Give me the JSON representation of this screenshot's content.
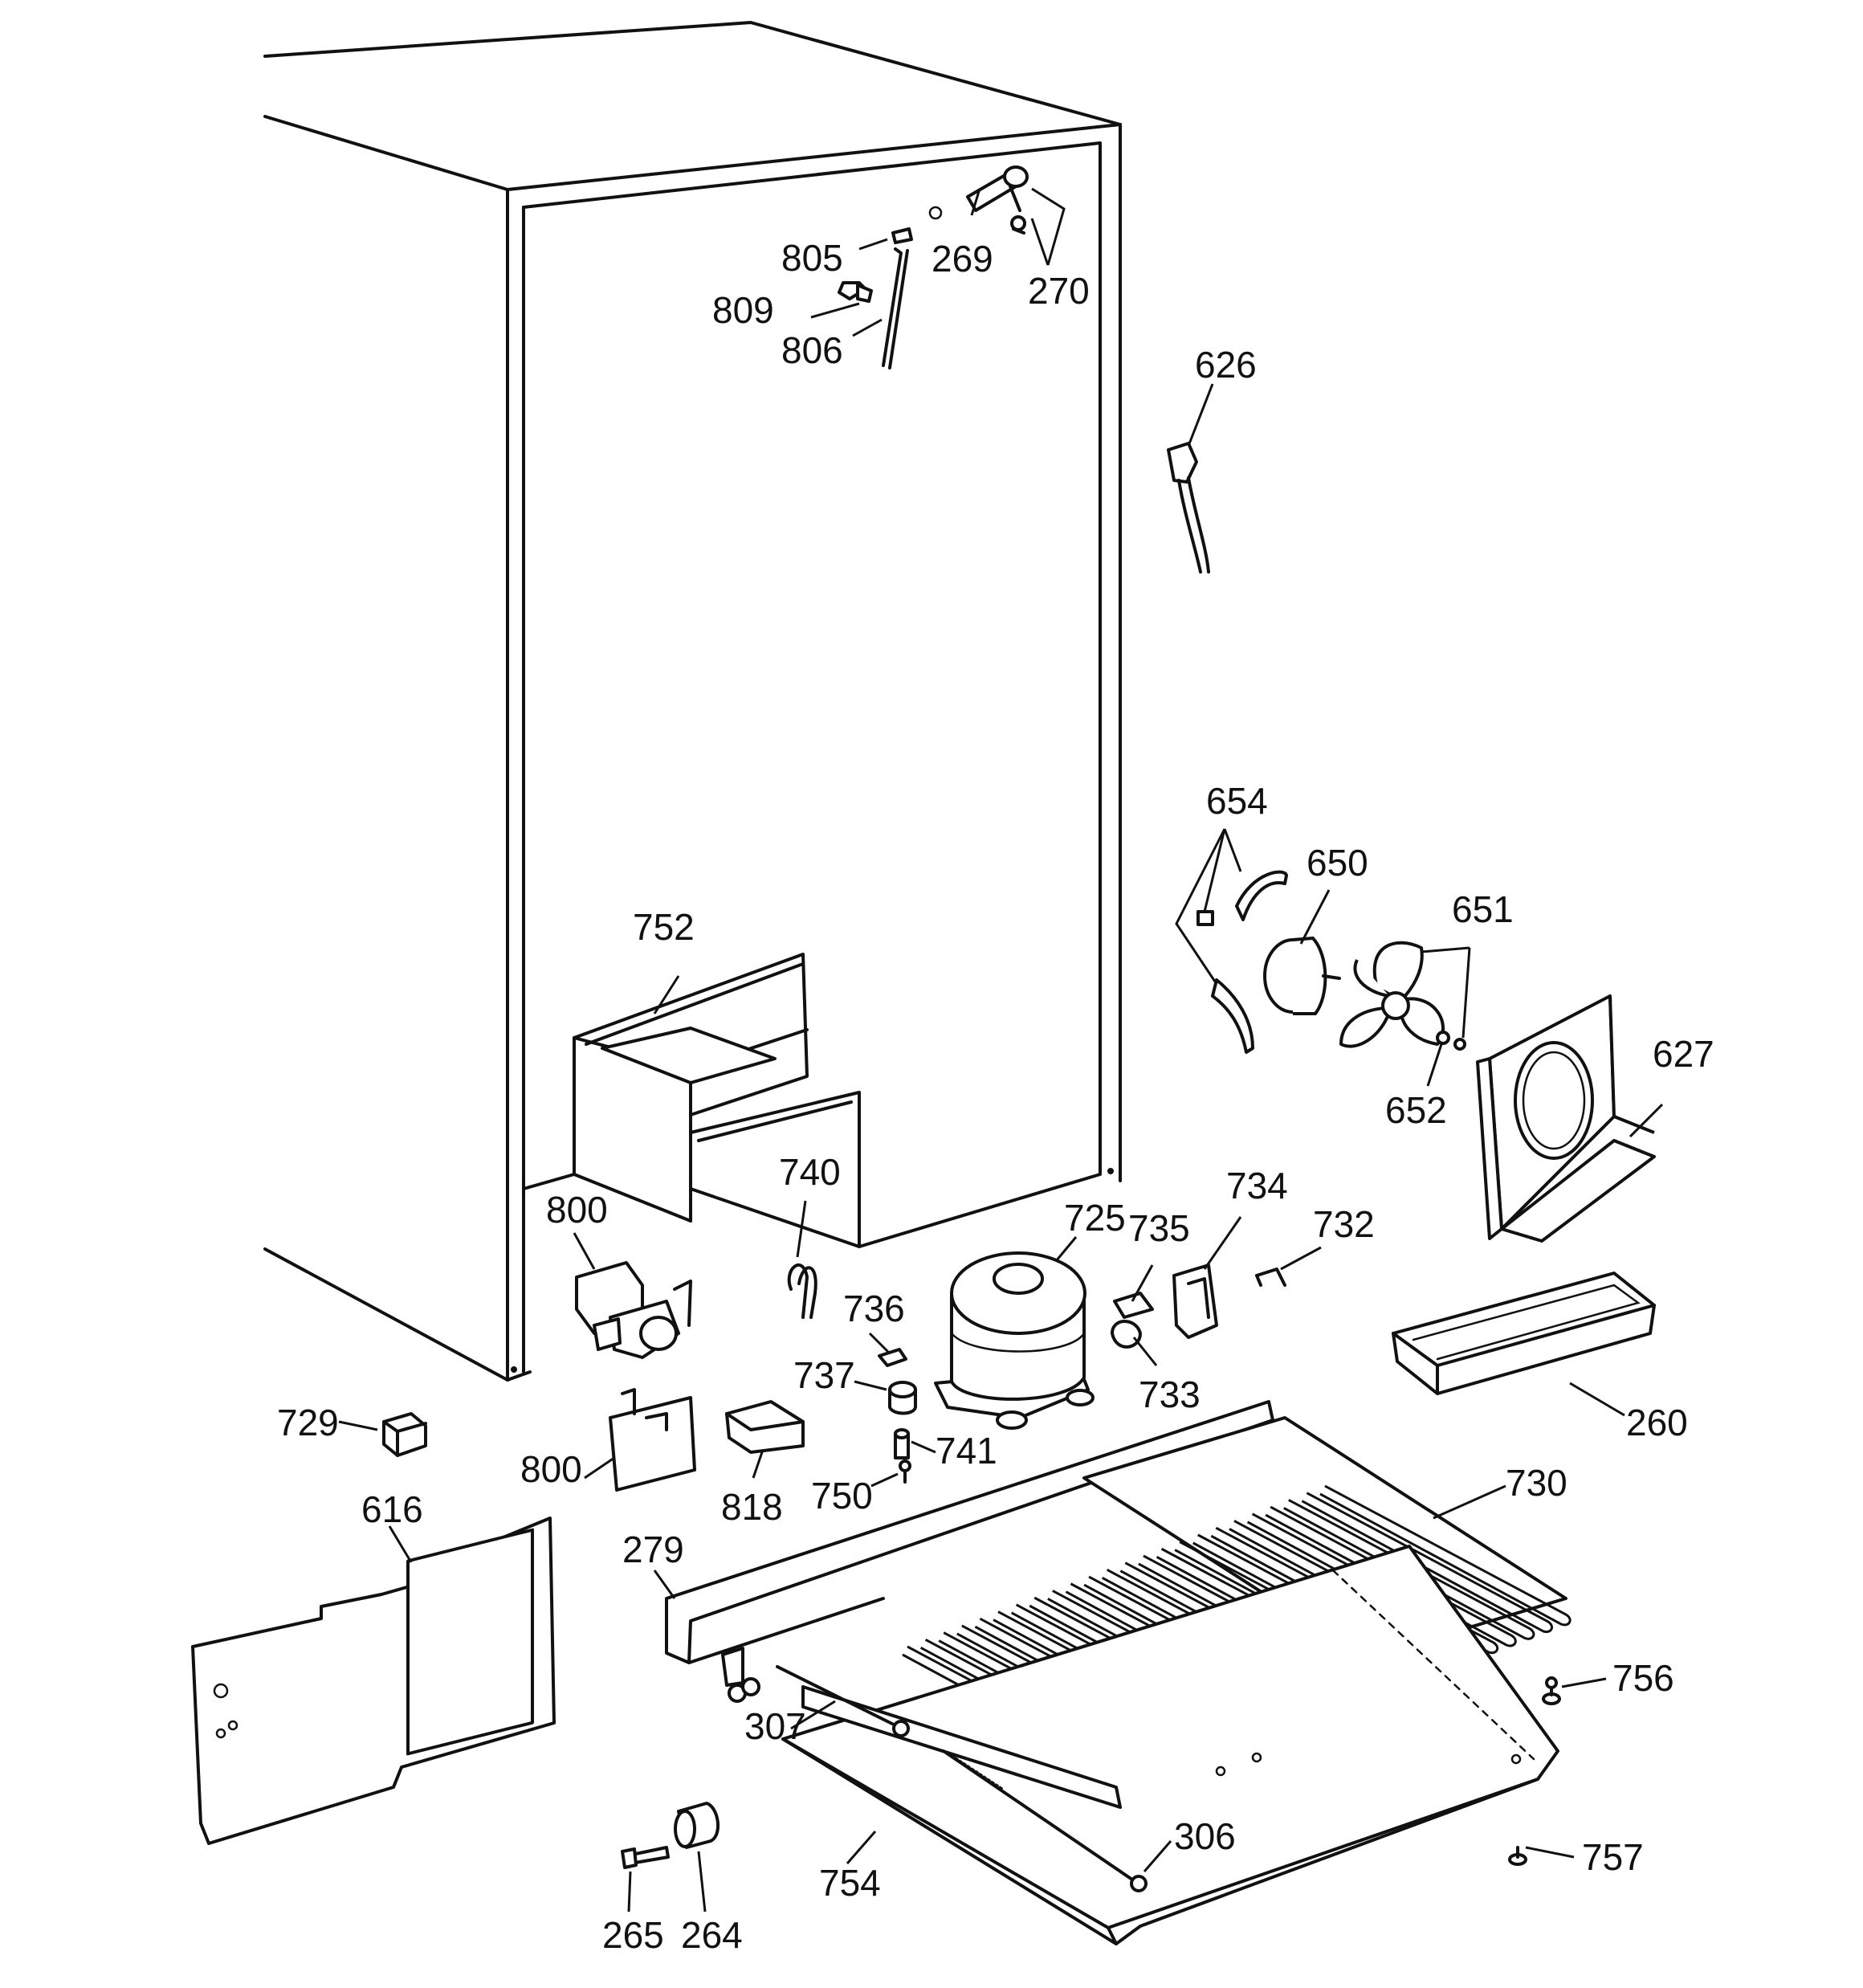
{
  "parts": [
    {
      "id": "p805",
      "label": "805"
    },
    {
      "id": "p269",
      "label": "269"
    },
    {
      "id": "p270",
      "label": "270"
    },
    {
      "id": "p809",
      "label": "809"
    },
    {
      "id": "p806",
      "label": "806"
    },
    {
      "id": "p626",
      "label": "626"
    },
    {
      "id": "p654",
      "label": "654"
    },
    {
      "id": "p650",
      "label": "650"
    },
    {
      "id": "p651",
      "label": "651"
    },
    {
      "id": "p627",
      "label": "627"
    },
    {
      "id": "p652",
      "label": "652"
    },
    {
      "id": "p752",
      "label": "752"
    },
    {
      "id": "p740",
      "label": "740"
    },
    {
      "id": "p800a",
      "label": "800"
    },
    {
      "id": "p725",
      "label": "725"
    },
    {
      "id": "p735",
      "label": "735"
    },
    {
      "id": "p734",
      "label": "734"
    },
    {
      "id": "p732",
      "label": "732"
    },
    {
      "id": "p736",
      "label": "736"
    },
    {
      "id": "p737",
      "label": "737"
    },
    {
      "id": "p733",
      "label": "733"
    },
    {
      "id": "p260",
      "label": "260"
    },
    {
      "id": "p729",
      "label": "729"
    },
    {
      "id": "p800b",
      "label": "800"
    },
    {
      "id": "p741",
      "label": "741"
    },
    {
      "id": "p818",
      "label": "818"
    },
    {
      "id": "p750",
      "label": "750"
    },
    {
      "id": "p730",
      "label": "730"
    },
    {
      "id": "p616",
      "label": "616"
    },
    {
      "id": "p279",
      "label": "279"
    },
    {
      "id": "p756",
      "label": "756"
    },
    {
      "id": "p307",
      "label": "307"
    },
    {
      "id": "p306",
      "label": "306"
    },
    {
      "id": "p757",
      "label": "757"
    },
    {
      "id": "p265",
      "label": "265"
    },
    {
      "id": "p264",
      "label": "264"
    },
    {
      "id": "p754",
      "label": "754"
    }
  ]
}
